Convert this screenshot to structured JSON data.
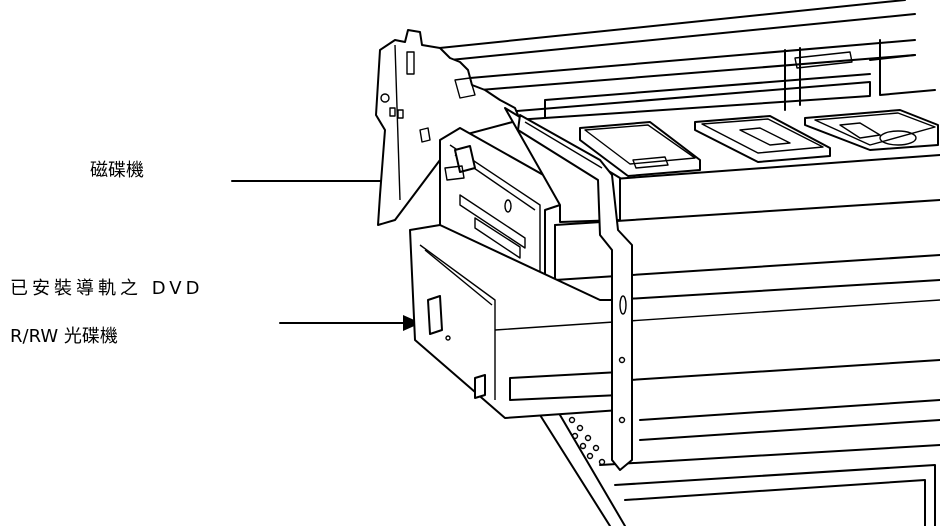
{
  "labels": {
    "floppy_drive": "磁碟機",
    "dvd_line1": "已安裝導軌之 DVD",
    "dvd_line2": "R/RW 光碟機"
  },
  "colors": {
    "line": "#000000",
    "background": "#ffffff"
  }
}
